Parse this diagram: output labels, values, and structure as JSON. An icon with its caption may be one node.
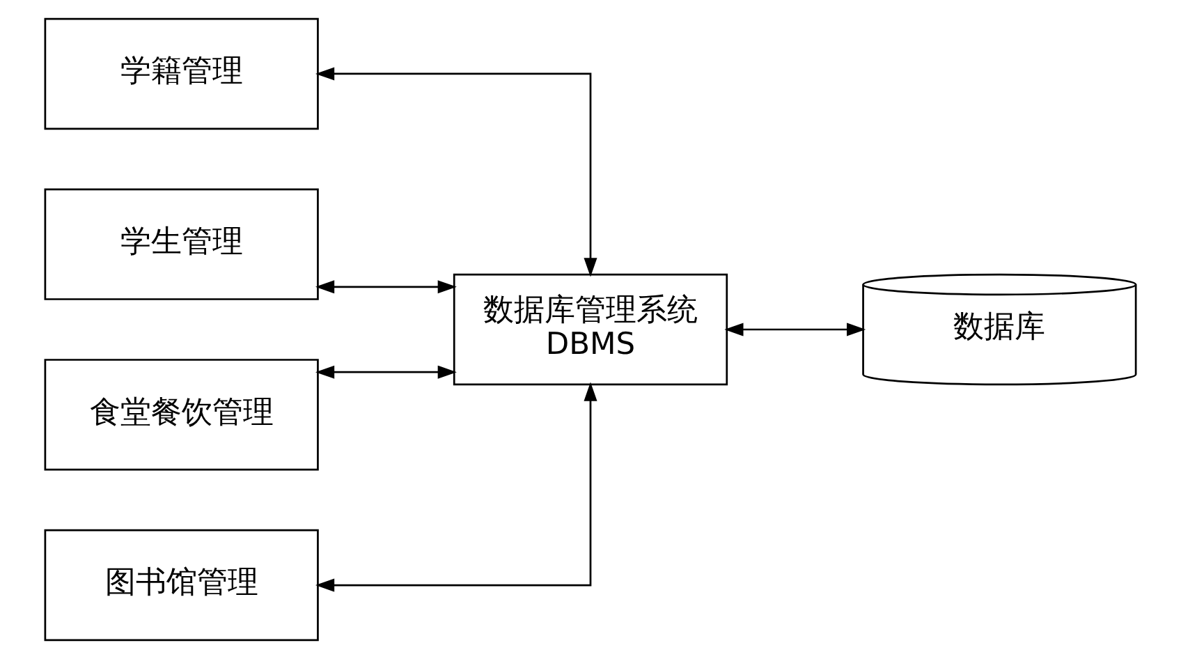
{
  "diagram": {
    "nodes": [
      {
        "text": [
          "学籍管理"
        ]
      },
      {
        "text": [
          "学生管理"
        ]
      },
      {
        "text": [
          "食堂餐饮管理"
        ]
      },
      {
        "text": [
          "图书馆管理"
        ]
      },
      {
        "text": [
          "数据库管理系统",
          "DBMS"
        ]
      },
      {
        "text": [
          "数据库"
        ]
      }
    ],
    "edges": [
      {
        "from": 0,
        "to": 4,
        "arrow": "both"
      },
      {
        "from": 1,
        "to": 4,
        "arrow": "both"
      },
      {
        "from": 2,
        "to": 4,
        "arrow": "both"
      },
      {
        "from": 3,
        "to": 4,
        "arrow": "both"
      },
      {
        "from": 4,
        "to": 5,
        "arrow": "both"
      }
    ]
  }
}
